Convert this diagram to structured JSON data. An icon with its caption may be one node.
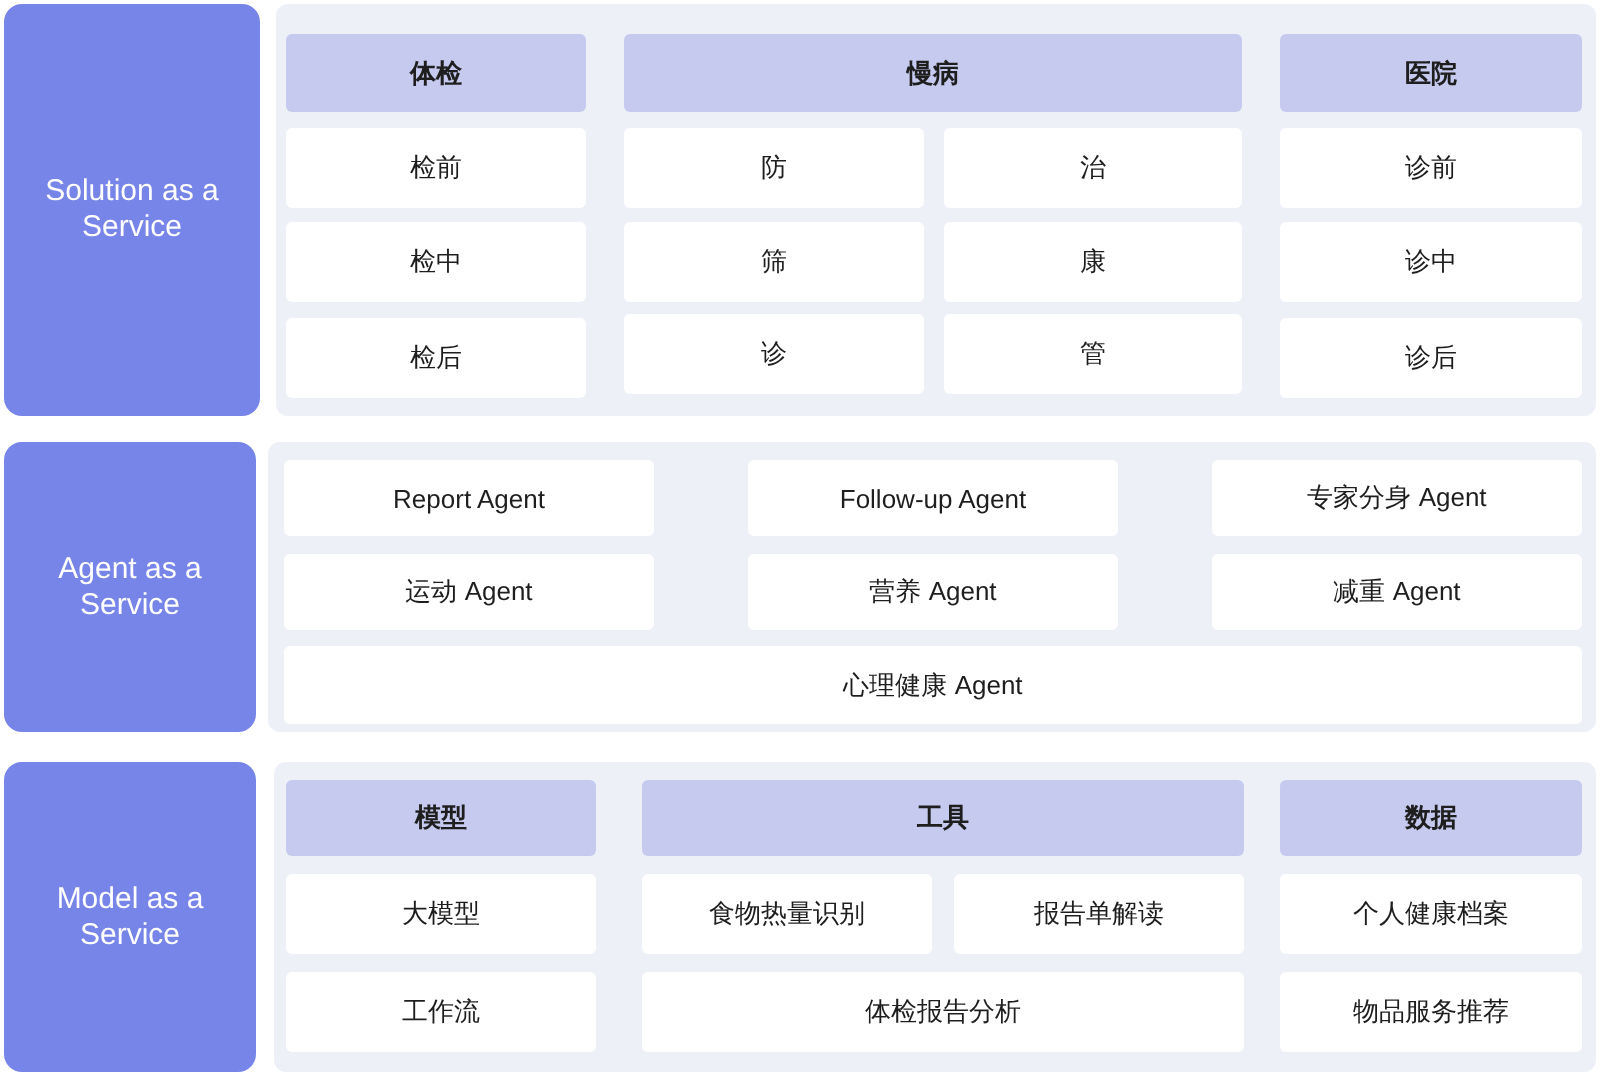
{
  "diagram": {
    "nodes": [
      {
        "text": [
          "Solution as a Service"
        ]
      },
      {
        "text": [],
        "shape": "box"
      },
      {
        "text": [
          "体检"
        ],
        "in": 1
      },
      {
        "text": [
          "慢病"
        ],
        "in": 1
      },
      {
        "text": [
          "医院"
        ],
        "in": 1
      },
      {
        "text": [
          "检前"
        ],
        "in": 1
      },
      {
        "text": [
          "防"
        ],
        "in": 1
      },
      {
        "text": [
          "治"
        ],
        "in": 1
      },
      {
        "text": [
          "诊前"
        ],
        "in": 1
      },
      {
        "text": [
          "检中"
        ],
        "in": 1
      },
      {
        "text": [
          "筛"
        ],
        "in": 1
      },
      {
        "text": [
          "康"
        ],
        "in": 1
      },
      {
        "text": [
          "诊中"
        ],
        "in": 1
      },
      {
        "text": [
          "检后"
        ],
        "in": 1
      },
      {
        "text": [
          "诊"
        ],
        "in": 1
      },
      {
        "text": [
          "管"
        ],
        "in": 1
      },
      {
        "text": [
          "诊后"
        ],
        "in": 1
      },
      {
        "text": [
          "Agent as a Service"
        ]
      },
      {
        "text": [],
        "shape": "box"
      },
      {
        "text": [
          "Report Agent"
        ],
        "in": 18
      },
      {
        "text": [
          "Follow-up Agent"
        ],
        "in": 18
      },
      {
        "text": [
          "专家分身 Agent"
        ],
        "in": 18
      },
      {
        "text": [
          "运动 Agent"
        ],
        "in": 18
      },
      {
        "text": [
          "营养 Agent"
        ],
        "in": 18
      },
      {
        "text": [
          "减重 Agent"
        ],
        "in": 18
      },
      {
        "text": [
          "心理健康 Agent"
        ],
        "in": 18
      },
      {
        "text": [
          "Model as a Service"
        ]
      },
      {
        "text": [],
        "shape": "box"
      },
      {
        "text": [
          "模型"
        ],
        "in": 27
      },
      {
        "text": [
          "工具"
        ],
        "in": 27
      },
      {
        "text": [
          "数据"
        ],
        "in": 27
      },
      {
        "text": [
          "大模型"
        ],
        "in": 27
      },
      {
        "text": [
          "食物热量识别"
        ],
        "in": 27
      },
      {
        "text": [
          "报告单解读"
        ],
        "in": 27
      },
      {
        "text": [
          "个人健康档案"
        ],
        "in": 27
      },
      {
        "text": [
          "工作流"
        ],
        "in": 27
      },
      {
        "text": [
          "体检报告分析"
        ],
        "in": 27
      },
      {
        "text": [
          "物品服务推荐"
        ],
        "in": 27
      }
    ]
  }
}
